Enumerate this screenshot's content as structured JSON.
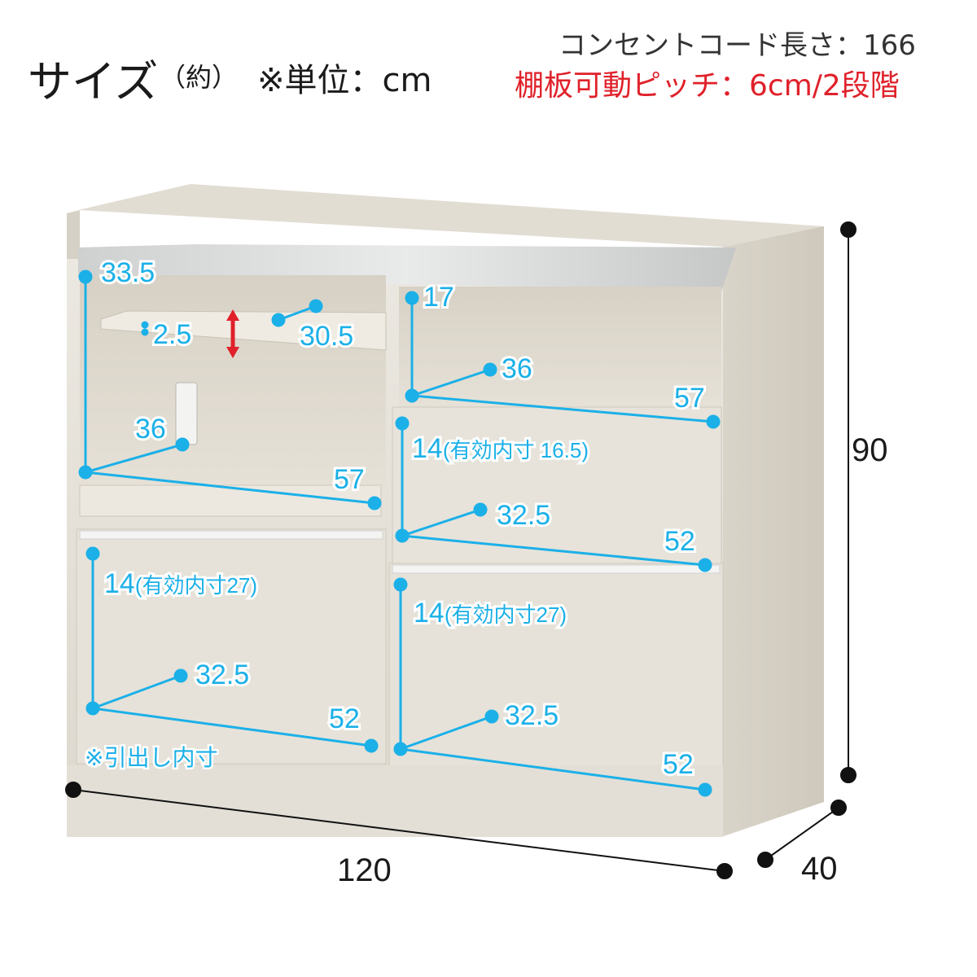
{
  "header": {
    "title": "サイズ",
    "approx": "（約）",
    "unit": "※単位：cm",
    "cord_length": "コンセントコード長さ：166",
    "shelf_pitch": "棚板可動ピッチ：6cm/2段階"
  },
  "outer_dimensions": {
    "width": "120",
    "height": "90",
    "depth": "40"
  },
  "inner_dimensions": {
    "top_left_height": "33.5",
    "shelf_thickness": "2.5",
    "shelf_depth": "30.5",
    "left_open_depth": "36",
    "left_open_width": "57",
    "top_right_height": "17",
    "right_open_depth": "36",
    "right_open_width": "57",
    "right_drawer_height_main": "14",
    "right_drawer_height_note": "(有効内寸 16.5)",
    "right_drawer_depth": "32.5",
    "right_drawer_width": "52",
    "left_lower_height_main": "14",
    "left_lower_height_note": "(有効内寸27)",
    "left_lower_depth": "32.5",
    "left_lower_width": "52",
    "right_lower_height_main": "14",
    "right_lower_height_note": "(有効内寸27)",
    "right_lower_depth": "32.5",
    "right_lower_width": "52"
  },
  "note": "※引出し内寸",
  "colors": {
    "dimension_blue": "#1bb0e8",
    "accent_red": "#e0212a",
    "cabinet": "#e4e0d7"
  }
}
